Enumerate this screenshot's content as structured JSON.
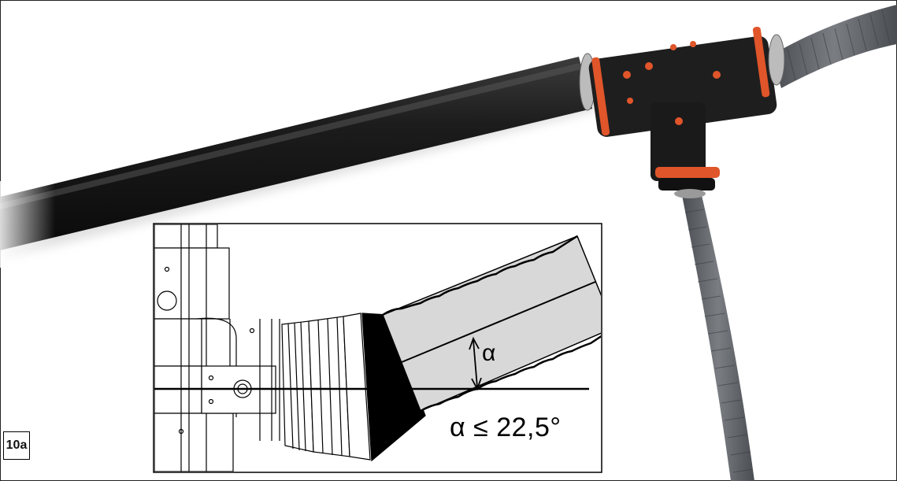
{
  "figure": {
    "label": "10a"
  },
  "inset": {
    "angle_symbol": "α",
    "constraint": "α ≤ 22,5°"
  },
  "colors": {
    "pipe_black": "#1a1a1a",
    "corrugated_grey": "#5e6166",
    "fitting_orange": "#e0552a",
    "drawing_pipe_fill": "#d8d8d8"
  }
}
